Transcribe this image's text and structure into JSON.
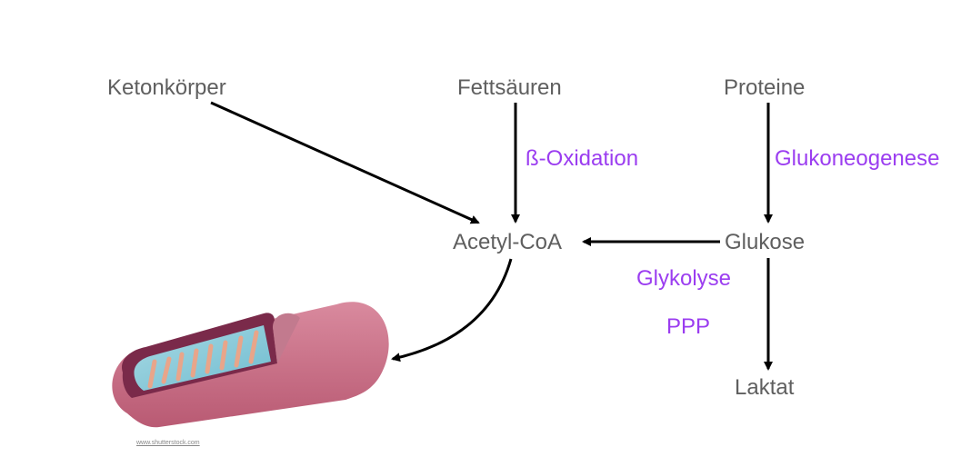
{
  "diagram": {
    "nodes": {
      "ketonkoerper": "Ketonkörper",
      "fettsaeuren": "Fettsäuren",
      "proteine": "Proteine",
      "acetyl_coa": "Acetyl-CoA",
      "glukose": "Glukose",
      "laktat": "Laktat"
    },
    "processes": {
      "beta_oxidation": "ß-Oxidation",
      "glukoneogenese": "Glukoneogenese",
      "glykolyse": "Glykolyse",
      "ppp": "PPP"
    },
    "edges": [
      {
        "from": "Ketonkörper",
        "to": "Acetyl-CoA"
      },
      {
        "from": "Fettsäuren",
        "to": "Acetyl-CoA",
        "label": "ß-Oxidation"
      },
      {
        "from": "Proteine",
        "to": "Glukose",
        "label": "Glukoneogenese"
      },
      {
        "from": "Glukose",
        "to": "Acetyl-CoA",
        "label": "Glykolyse"
      },
      {
        "from": "Glukose",
        "to": "Laktat"
      },
      {
        "from": "Acetyl-CoA",
        "to": "Mitochondrium"
      }
    ],
    "watermark": "www.shutterstock.com"
  },
  "colors": {
    "node_text": "#5f5f5f",
    "process_text": "#9b3df0",
    "arrow": "#000000"
  }
}
